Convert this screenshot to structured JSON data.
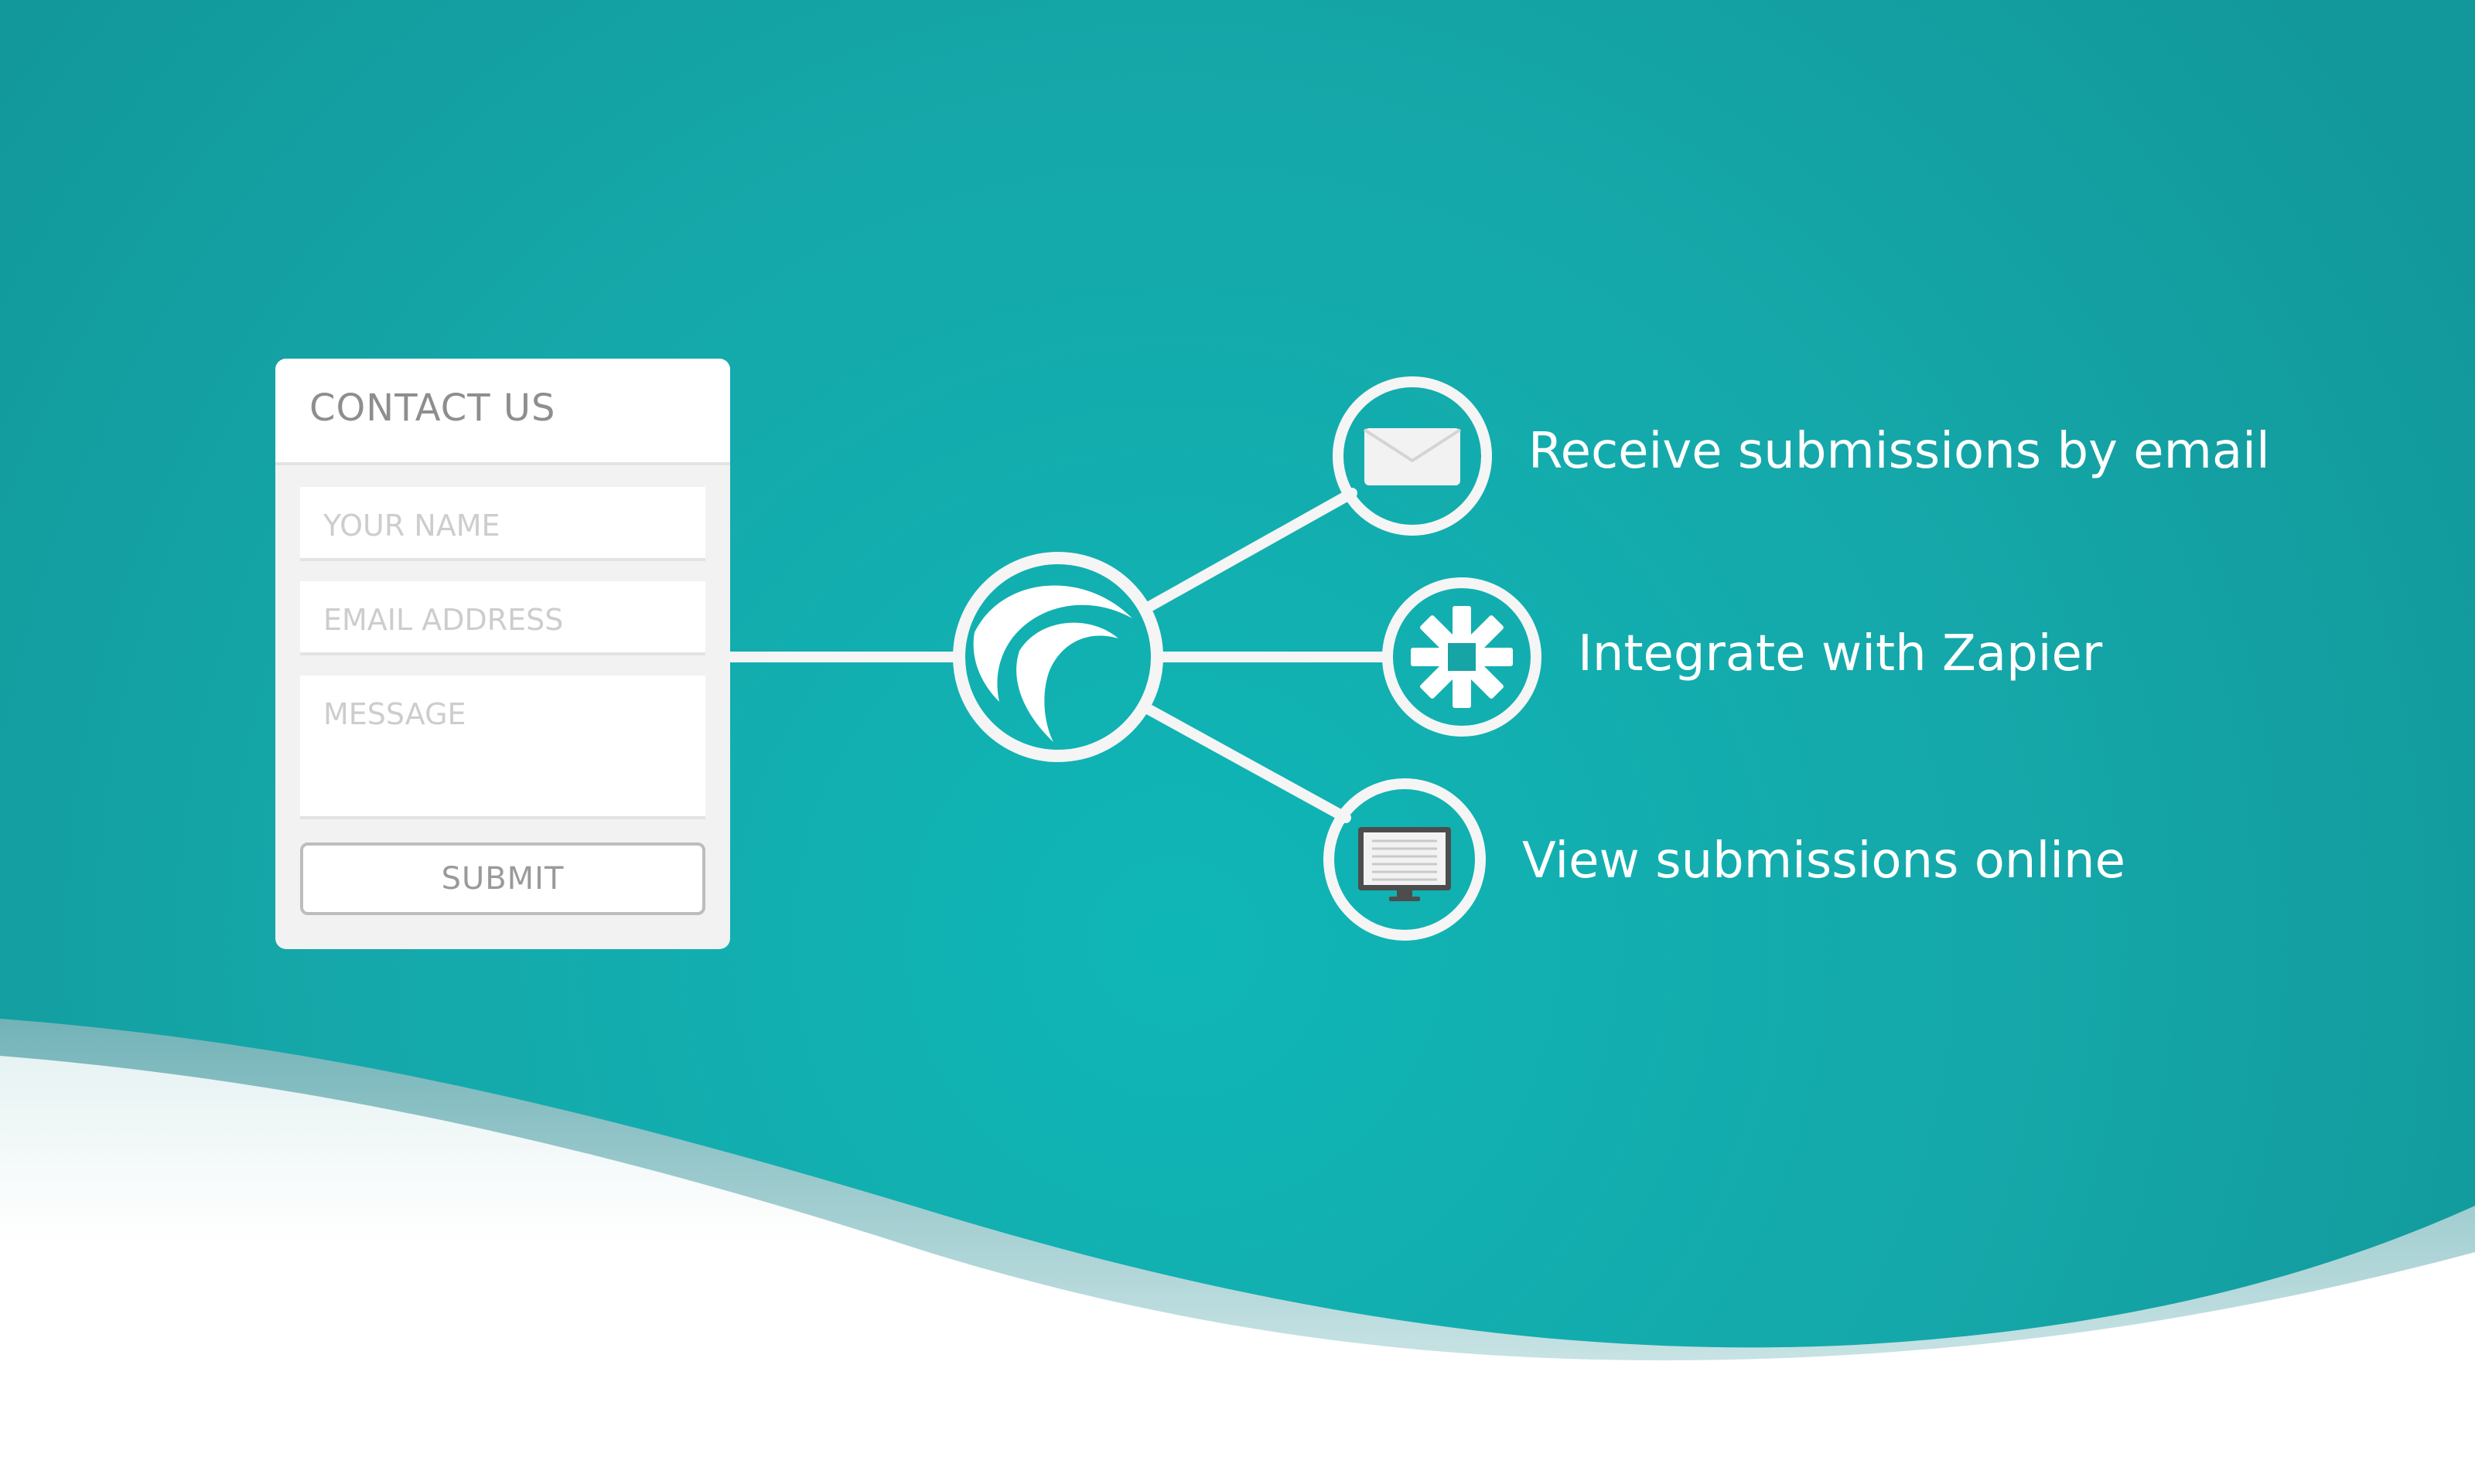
{
  "colors": {
    "background_center": "#0fb6b6",
    "background_edge": "#12989a",
    "wave_dark": "#7fb9bd",
    "wave_light": "#ffffff",
    "card": "#f2f2f2",
    "line": "#f5f5f5"
  },
  "form": {
    "title": "CONTACT US",
    "fields": {
      "name_placeholder": "YOUR NAME",
      "email_placeholder": "EMAIL ADDRESS",
      "message_placeholder": "MESSAGE"
    },
    "submit_label": "SUBMIT"
  },
  "hub": {
    "icon": "logo-wave-icon"
  },
  "outputs": [
    {
      "icon": "envelope-icon",
      "label": "Receive submissions by email"
    },
    {
      "icon": "zapier-asterisk-icon",
      "label": "Integrate with Zapier"
    },
    {
      "icon": "monitor-icon",
      "label": "View submissions online"
    }
  ]
}
